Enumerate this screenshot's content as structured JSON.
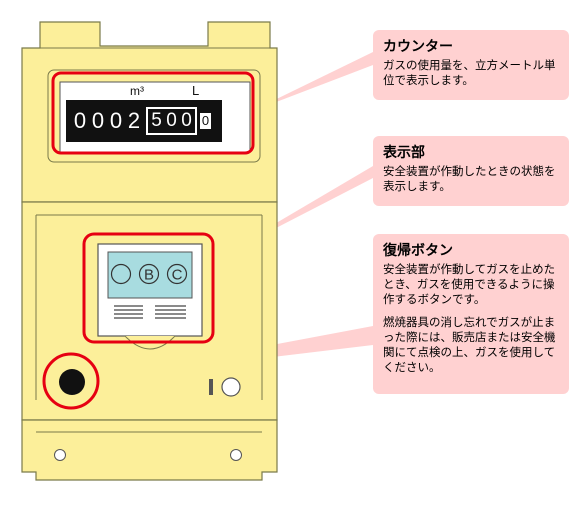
{
  "counter": {
    "unit_m3": "m³",
    "unit_l": "L",
    "digits": [
      "0",
      "0",
      "0",
      "2"
    ],
    "boxed_digits": [
      "5",
      "0",
      "0"
    ],
    "last_digit": "0"
  },
  "display": {
    "symbols": [
      "B",
      "C"
    ]
  },
  "callouts": {
    "counter": {
      "title": "カウンター",
      "text": "ガスの使用量を、立方メートル単位で表示します。"
    },
    "display": {
      "title": "表示部",
      "text": "安全装置が作動したときの状態を表示します。"
    },
    "reset": {
      "title": "復帰ボタン",
      "text": "安全装置が作動してガスを止めたとき、ガスを使用できるように操作するボタンです。",
      "note": "燃焼器具の消し忘れでガスが止まった際には、販売店または安全機関にて点検の上、ガスを使用してください。"
    }
  },
  "colors": {
    "meter_body": "#fcef9a",
    "meter_outline": "#7a7a4a",
    "highlight": "#e60012",
    "callout_bg": "#ffd1d1",
    "display_screen": "#a8dce0"
  }
}
